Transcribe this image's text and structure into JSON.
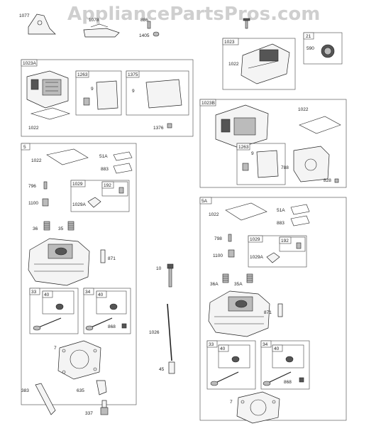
{
  "watermark": "AppliancePartsPros.com",
  "boxes": {
    "b1023A": "1023A",
    "b1263a": "1263",
    "b1375": "1375",
    "b1023": "1023",
    "b21": "21",
    "b1023B": "1023B",
    "b1263b": "1263",
    "b5": "5",
    "b1029a": "1029",
    "b192a": "192",
    "b33a": "33",
    "b40a": "40",
    "b34a": "34",
    "b40b": "40",
    "b5A": "5A",
    "b1029b": "1029",
    "b192b": "192",
    "b33b": "33",
    "b40c": "40",
    "b34b": "34",
    "b40d": "40"
  },
  "labels": {
    "l1077": "1077",
    "l1078": "1078",
    "l886": "886",
    "l1405": "1405",
    "l1022_cover": "1022",
    "l590": "590",
    "l9a": "9",
    "l9b": "9",
    "l1022a": "1022",
    "l1376": "1376",
    "l1022_b": "1022",
    "l9c": "9",
    "l788": "788",
    "l828": "828",
    "l1022c": "1022",
    "l51A": "51A",
    "l883": "883",
    "l796": "796",
    "l1100": "1100",
    "l1029A": "1029A",
    "l36": "36",
    "l35": "35",
    "l871": "871",
    "l868": "868",
    "l7": "7",
    "l10": "10",
    "l1026": "1026",
    "l45": "45",
    "l383": "383",
    "l635": "635",
    "l337": "337",
    "l1022d": "1022",
    "l51Ab": "51A",
    "l883b": "883",
    "l798": "798",
    "l1100b": "1100",
    "l1029Ab": "1029A",
    "l36A": "36A",
    "l35A": "35A",
    "l871b": "871",
    "l868b": "868",
    "l7b": "7"
  }
}
